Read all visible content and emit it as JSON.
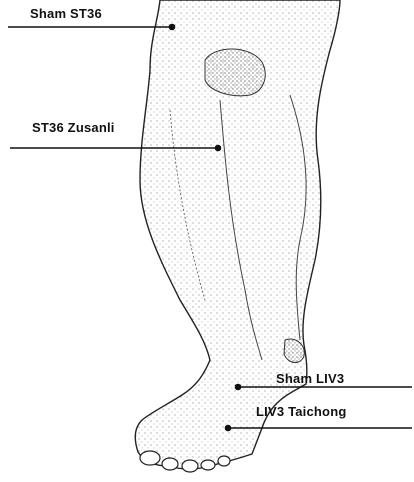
{
  "points": [
    {
      "id": "sham-st36",
      "label": "Sham ST36"
    },
    {
      "id": "st36",
      "label": "ST36 Zusanli"
    },
    {
      "id": "sham-liv3",
      "label": "Sham LIV3"
    },
    {
      "id": "liv3",
      "label": "LIV3 Taichong"
    }
  ],
  "colors": {
    "ink": "#111111",
    "shade": "#9a9a9a",
    "background": "#ffffff"
  }
}
